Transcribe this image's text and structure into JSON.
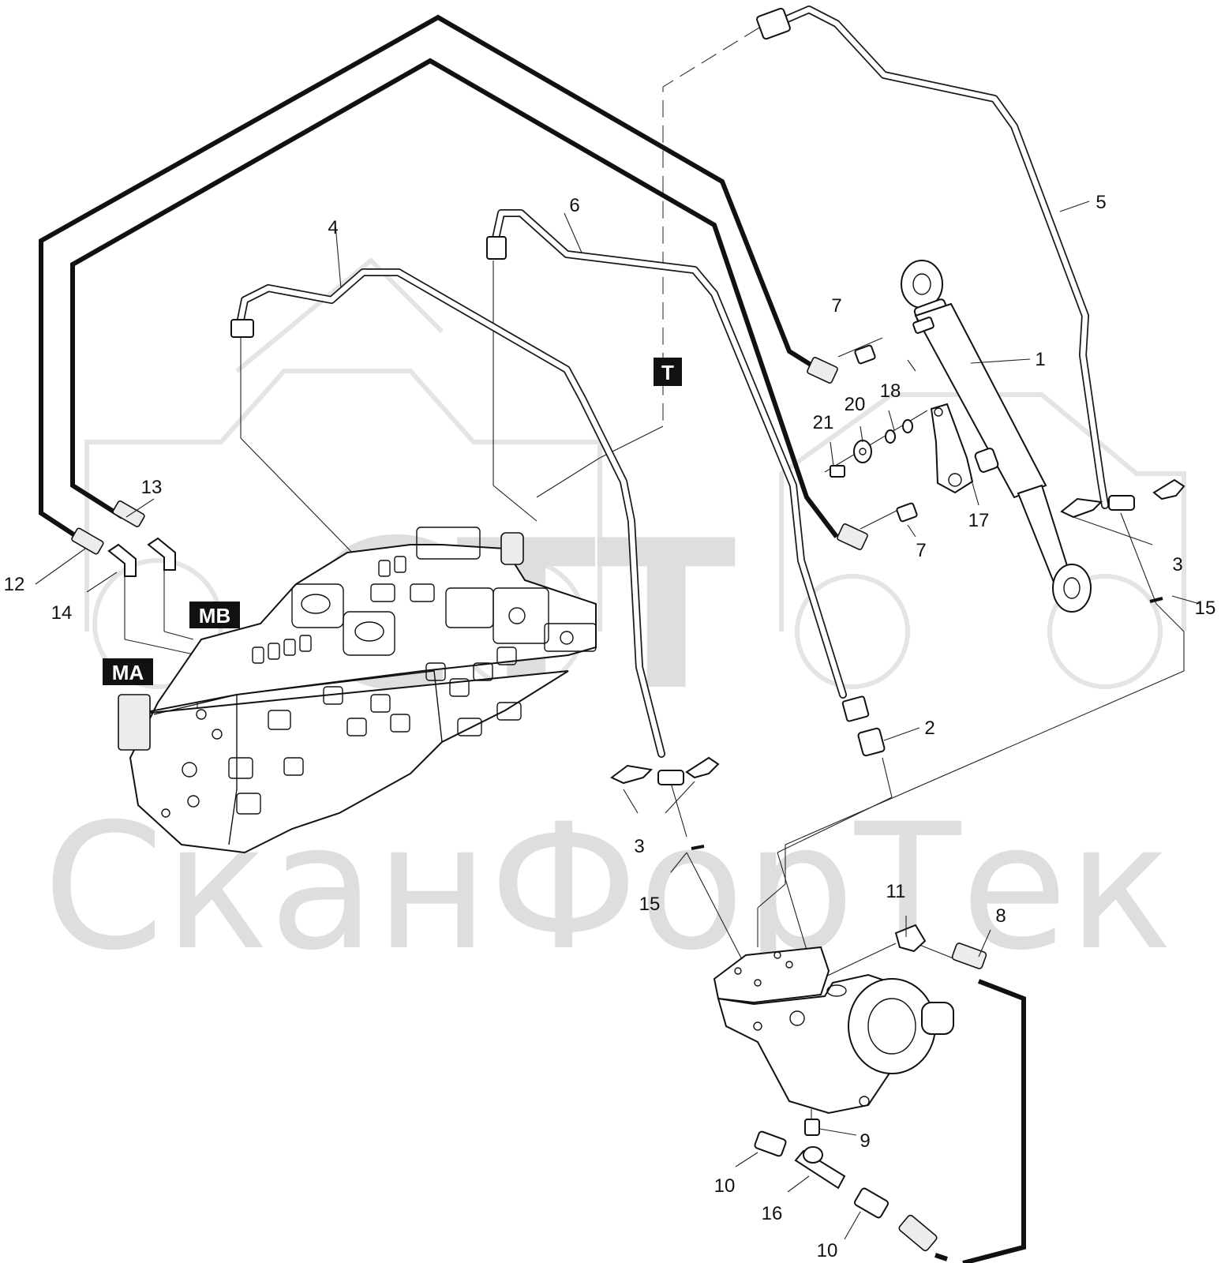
{
  "watermark": {
    "text": "СканФорТек",
    "logo_text": "СТТ"
  },
  "port_tags": [
    {
      "id": "T",
      "label": "T"
    },
    {
      "id": "MB",
      "label": "MB"
    },
    {
      "id": "MA",
      "label": "MA"
    }
  ],
  "callouts": [
    {
      "id": "c1",
      "label": "1"
    },
    {
      "id": "c2",
      "label": "2"
    },
    {
      "id": "c3a",
      "label": "3"
    },
    {
      "id": "c3b",
      "label": "3"
    },
    {
      "id": "c4",
      "label": "4"
    },
    {
      "id": "c5",
      "label": "5"
    },
    {
      "id": "c6",
      "label": "6"
    },
    {
      "id": "c7a",
      "label": "7"
    },
    {
      "id": "c7b",
      "label": "7"
    },
    {
      "id": "c8",
      "label": "8"
    },
    {
      "id": "c9",
      "label": "9"
    },
    {
      "id": "c10a",
      "label": "10"
    },
    {
      "id": "c10b",
      "label": "10"
    },
    {
      "id": "c11",
      "label": "11"
    },
    {
      "id": "c12",
      "label": "12"
    },
    {
      "id": "c13",
      "label": "13"
    },
    {
      "id": "c14",
      "label": "14"
    },
    {
      "id": "c15a",
      "label": "15"
    },
    {
      "id": "c15b",
      "label": "15"
    },
    {
      "id": "c16",
      "label": "16"
    },
    {
      "id": "c17",
      "label": "17"
    },
    {
      "id": "c18",
      "label": "18"
    },
    {
      "id": "c20",
      "label": "20"
    },
    {
      "id": "c21",
      "label": "21"
    }
  ]
}
